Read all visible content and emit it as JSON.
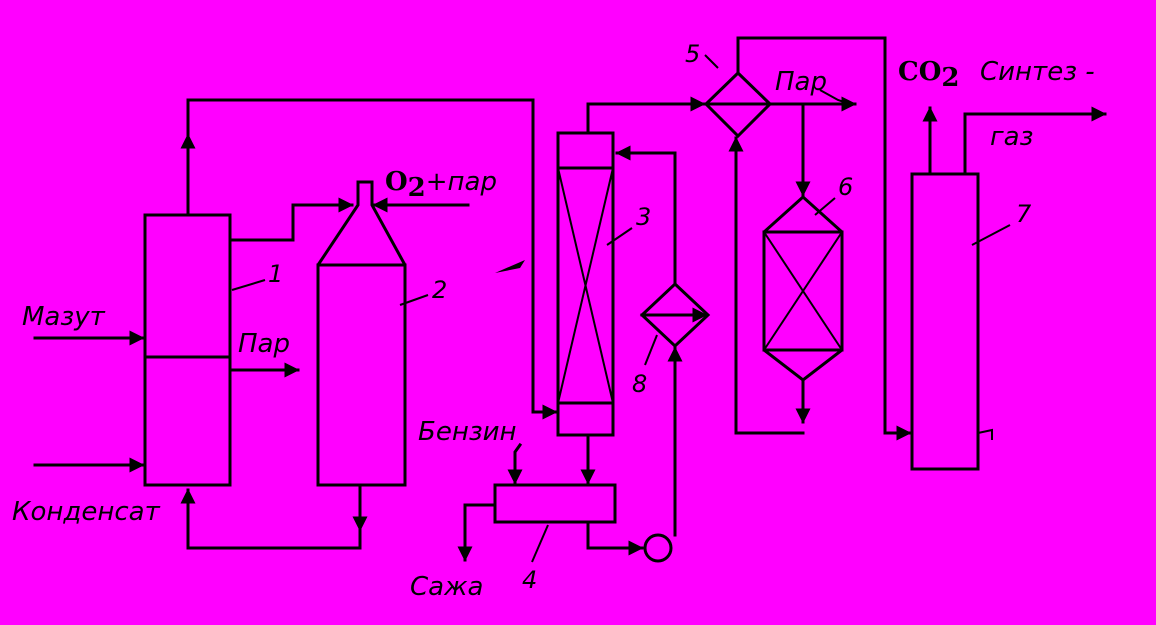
{
  "colors": {
    "background": "#ff00ff",
    "line": "#000000"
  },
  "labels": {
    "mazut": "Мазут",
    "kondensat": "Конденсат",
    "par_1": "Пар",
    "o2": "O",
    "o2_sub": "2",
    "o2_suffix": "+пар",
    "benzin": "Бензин",
    "sazha": "Сажа",
    "par_2": "Пар",
    "co2": "CO",
    "co2_sub": "2",
    "syngas_1": "Синтез -",
    "syngas_2": "газ"
  },
  "numbers": {
    "n1": "1",
    "n2": "2",
    "n3": "3",
    "n4": "4",
    "n5": "5",
    "n6": "6",
    "n7": "7",
    "n8": "8"
  }
}
